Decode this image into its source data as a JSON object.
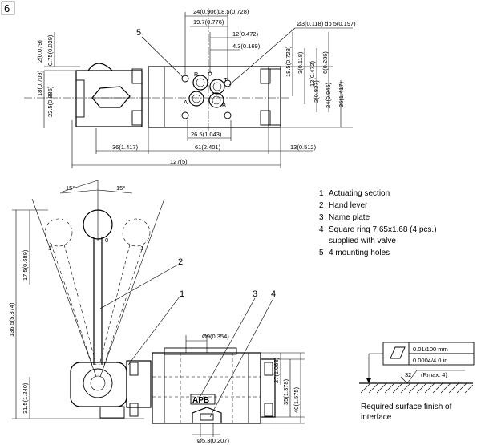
{
  "figure_number": "6",
  "top_view": {
    "dims_top": [
      "24(0.906)",
      "18.5(0.728)",
      "19.7(0.776)",
      "12(0.472)",
      "4.3(0.169)"
    ],
    "hole_note": "Ø3(0.118) dp 5(0.197)",
    "dims_left": [
      "2(0.079)",
      "0.75(0.029)",
      "18(0.709)",
      "22.5(0.886)"
    ],
    "dims_right": [
      "18.5(0.728)",
      "3(0.118)",
      "12(0.472)",
      "6(0.236)",
      "2(0.827)",
      "24(0.945)",
      "36(1.417)"
    ],
    "port_labels": [
      "P",
      "T",
      "A",
      "B"
    ],
    "dim_between_ports": "26.5(1.043)",
    "dims_bottom": [
      "36(1.417)",
      "61(2.401)",
      "13(0.512)",
      "127(5)"
    ]
  },
  "front_view": {
    "angles": [
      "15°",
      "15°"
    ],
    "position_labels": [
      "1",
      "0",
      "1"
    ],
    "dims_left": [
      "17.5(0.689)",
      "136.5(5.374)",
      "31.5(1.240)"
    ],
    "dim_top": "Ø9(0.354)",
    "dims_right": [
      "27(1.063)",
      "35(1.378)",
      "40(1.575)"
    ],
    "dim_bottom": "Ø5.3(0.207)",
    "name_plate": "APB"
  },
  "callouts": [
    "5",
    "2",
    "1",
    "3",
    "4"
  ],
  "legend": [
    {
      "num": "1",
      "text": "Actuating section"
    },
    {
      "num": "2",
      "text": "Hand lever"
    },
    {
      "num": "3",
      "text": "Name plate"
    },
    {
      "num": "4",
      "text": "Square ring 7.65x1.68  (4 pcs.)"
    },
    {
      "num": "",
      "text": "supplied with valve"
    },
    {
      "num": "5",
      "text": "4 mounting holes"
    }
  ],
  "surface_finish": {
    "flatness_1": "0.01/100 mm",
    "flatness_2": "0.0004/4.0 in",
    "roughness_value": "32",
    "roughness_note": "(Rmax. 4)",
    "caption_line1": "Required surface finish of",
    "caption_line2": "interface"
  }
}
